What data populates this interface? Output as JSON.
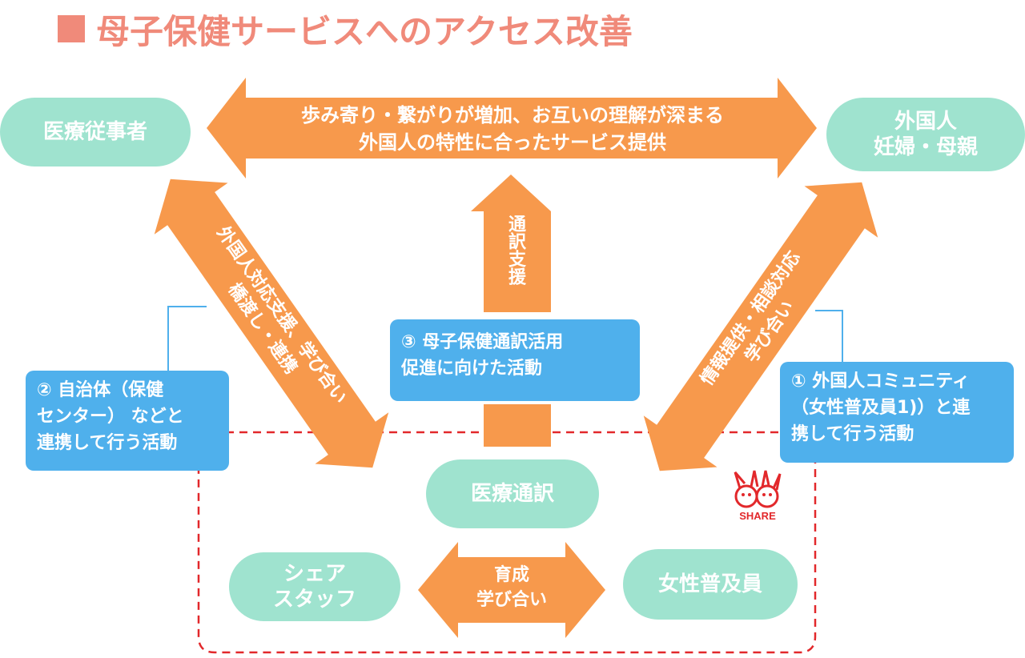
{
  "title": "母子保健サービスへのアクセス改善",
  "nodes": {
    "medical_staff": "医療従事者",
    "foreign_line1": "外国人",
    "foreign_line2": "妊婦・母親",
    "medical_interp": "医療通訳",
    "share_staff_line1": "シェア",
    "share_staff_line2": "スタッフ",
    "women_promoters": "女性普及員"
  },
  "arrows": {
    "top_line1": "歩み寄り・繋がりが増加、お互いの理解が深まる",
    "top_line2": "外国人の特性に合ったサービス提供",
    "interp_support": "通訳支援",
    "left_line1": "外国人対応支援、学び合い",
    "left_line2": "橋渡し・連携",
    "right_line1": "情報提供・相談対応",
    "right_line2": "学び合い",
    "bottom_line1": "育成",
    "bottom_line2": "学び合い"
  },
  "activities": {
    "a1_line1": "① 外国人コミュニティ",
    "a1_line2": "（女性普及員1)）と連",
    "a1_line3": "携して行う活動",
    "a2_line1": "② 自治体（保健",
    "a2_line2": "センター） などと",
    "a2_line3": "連携して行う活動",
    "a3_line1": "③ 母子保健通訳活用",
    "a3_line2": "促進に向けた活動"
  },
  "logo_text": "SHARE",
  "colors": {
    "title": "#f08a7a",
    "arrow": "#f7994c",
    "node": "#9fe3cf",
    "activity": "#4fb0ec",
    "dashed_border": "#e2282b"
  }
}
